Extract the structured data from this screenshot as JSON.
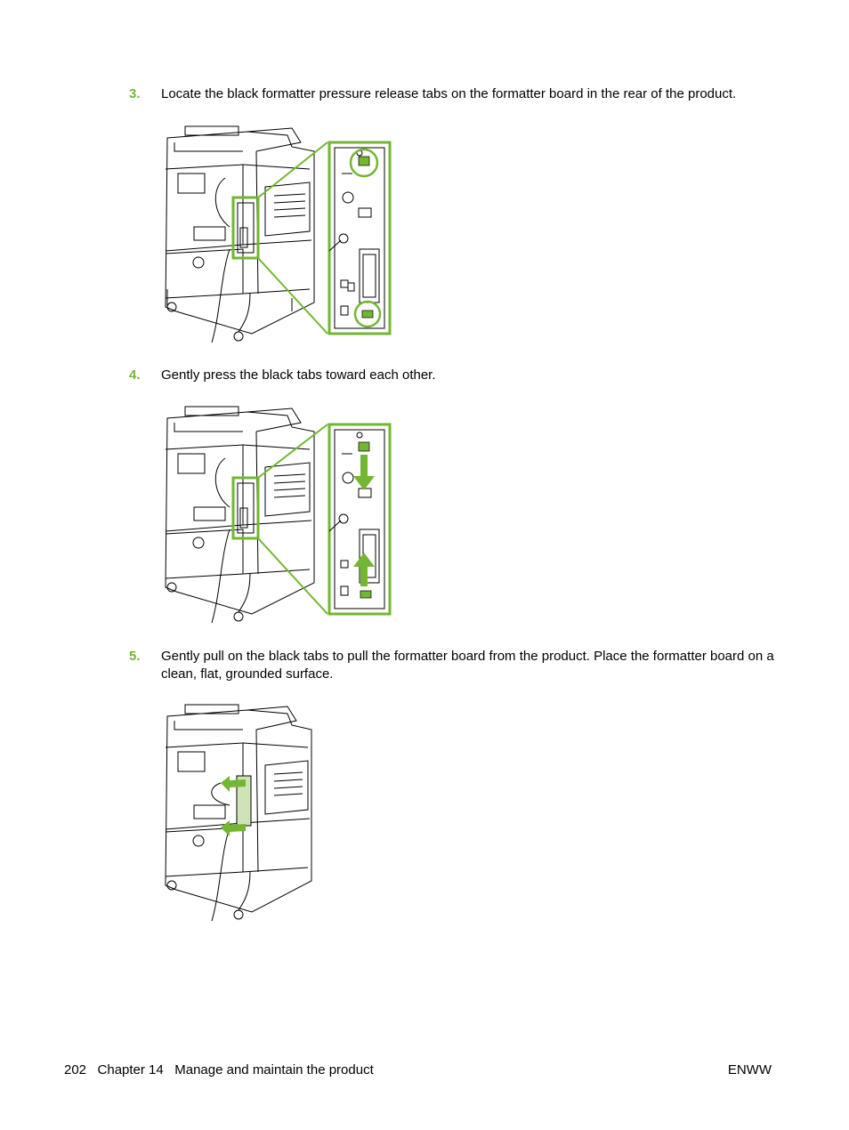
{
  "steps": [
    {
      "number": "3.",
      "text": "Locate the black formatter pressure release tabs on the formatter board in the rear of the product."
    },
    {
      "number": "4.",
      "text": "Gently press the black tabs toward each other."
    },
    {
      "number": "5.",
      "text": "Gently pull on the black tabs to pull the formatter board from the product. Place the formatter board on a clean, flat, grounded surface."
    }
  ],
  "footer": {
    "left": "202   Chapter 14   Manage and maintain the product",
    "right": "ENWW"
  },
  "colors": {
    "accent": "#73b632",
    "line": "#000000"
  }
}
